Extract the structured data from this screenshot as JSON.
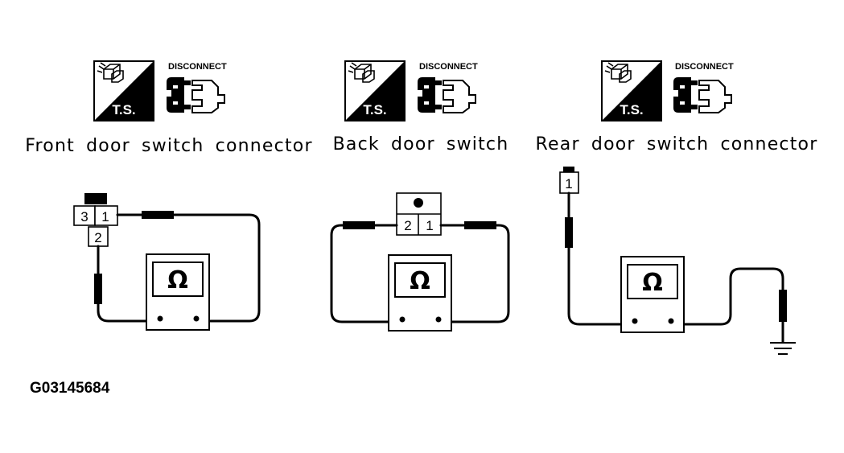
{
  "panels": [
    {
      "icons": {
        "ts_label": "T.S.",
        "disconnect_label": "DISCONNECT"
      },
      "caption": "Front door switch connector",
      "terminals": [
        "3",
        "1",
        "2"
      ],
      "meter_symbol": "Ω"
    },
    {
      "icons": {
        "ts_label": "T.S.",
        "disconnect_label": "DISCONNECT"
      },
      "caption": "Back door switch",
      "terminals": [
        "2",
        "1"
      ],
      "meter_symbol": "Ω"
    },
    {
      "icons": {
        "ts_label": "T.S.",
        "disconnect_label": "DISCONNECT"
      },
      "caption": "Rear door switch connector",
      "terminals": [
        "1"
      ],
      "meter_symbol": "Ω"
    }
  ],
  "figure_code": "G03145684"
}
